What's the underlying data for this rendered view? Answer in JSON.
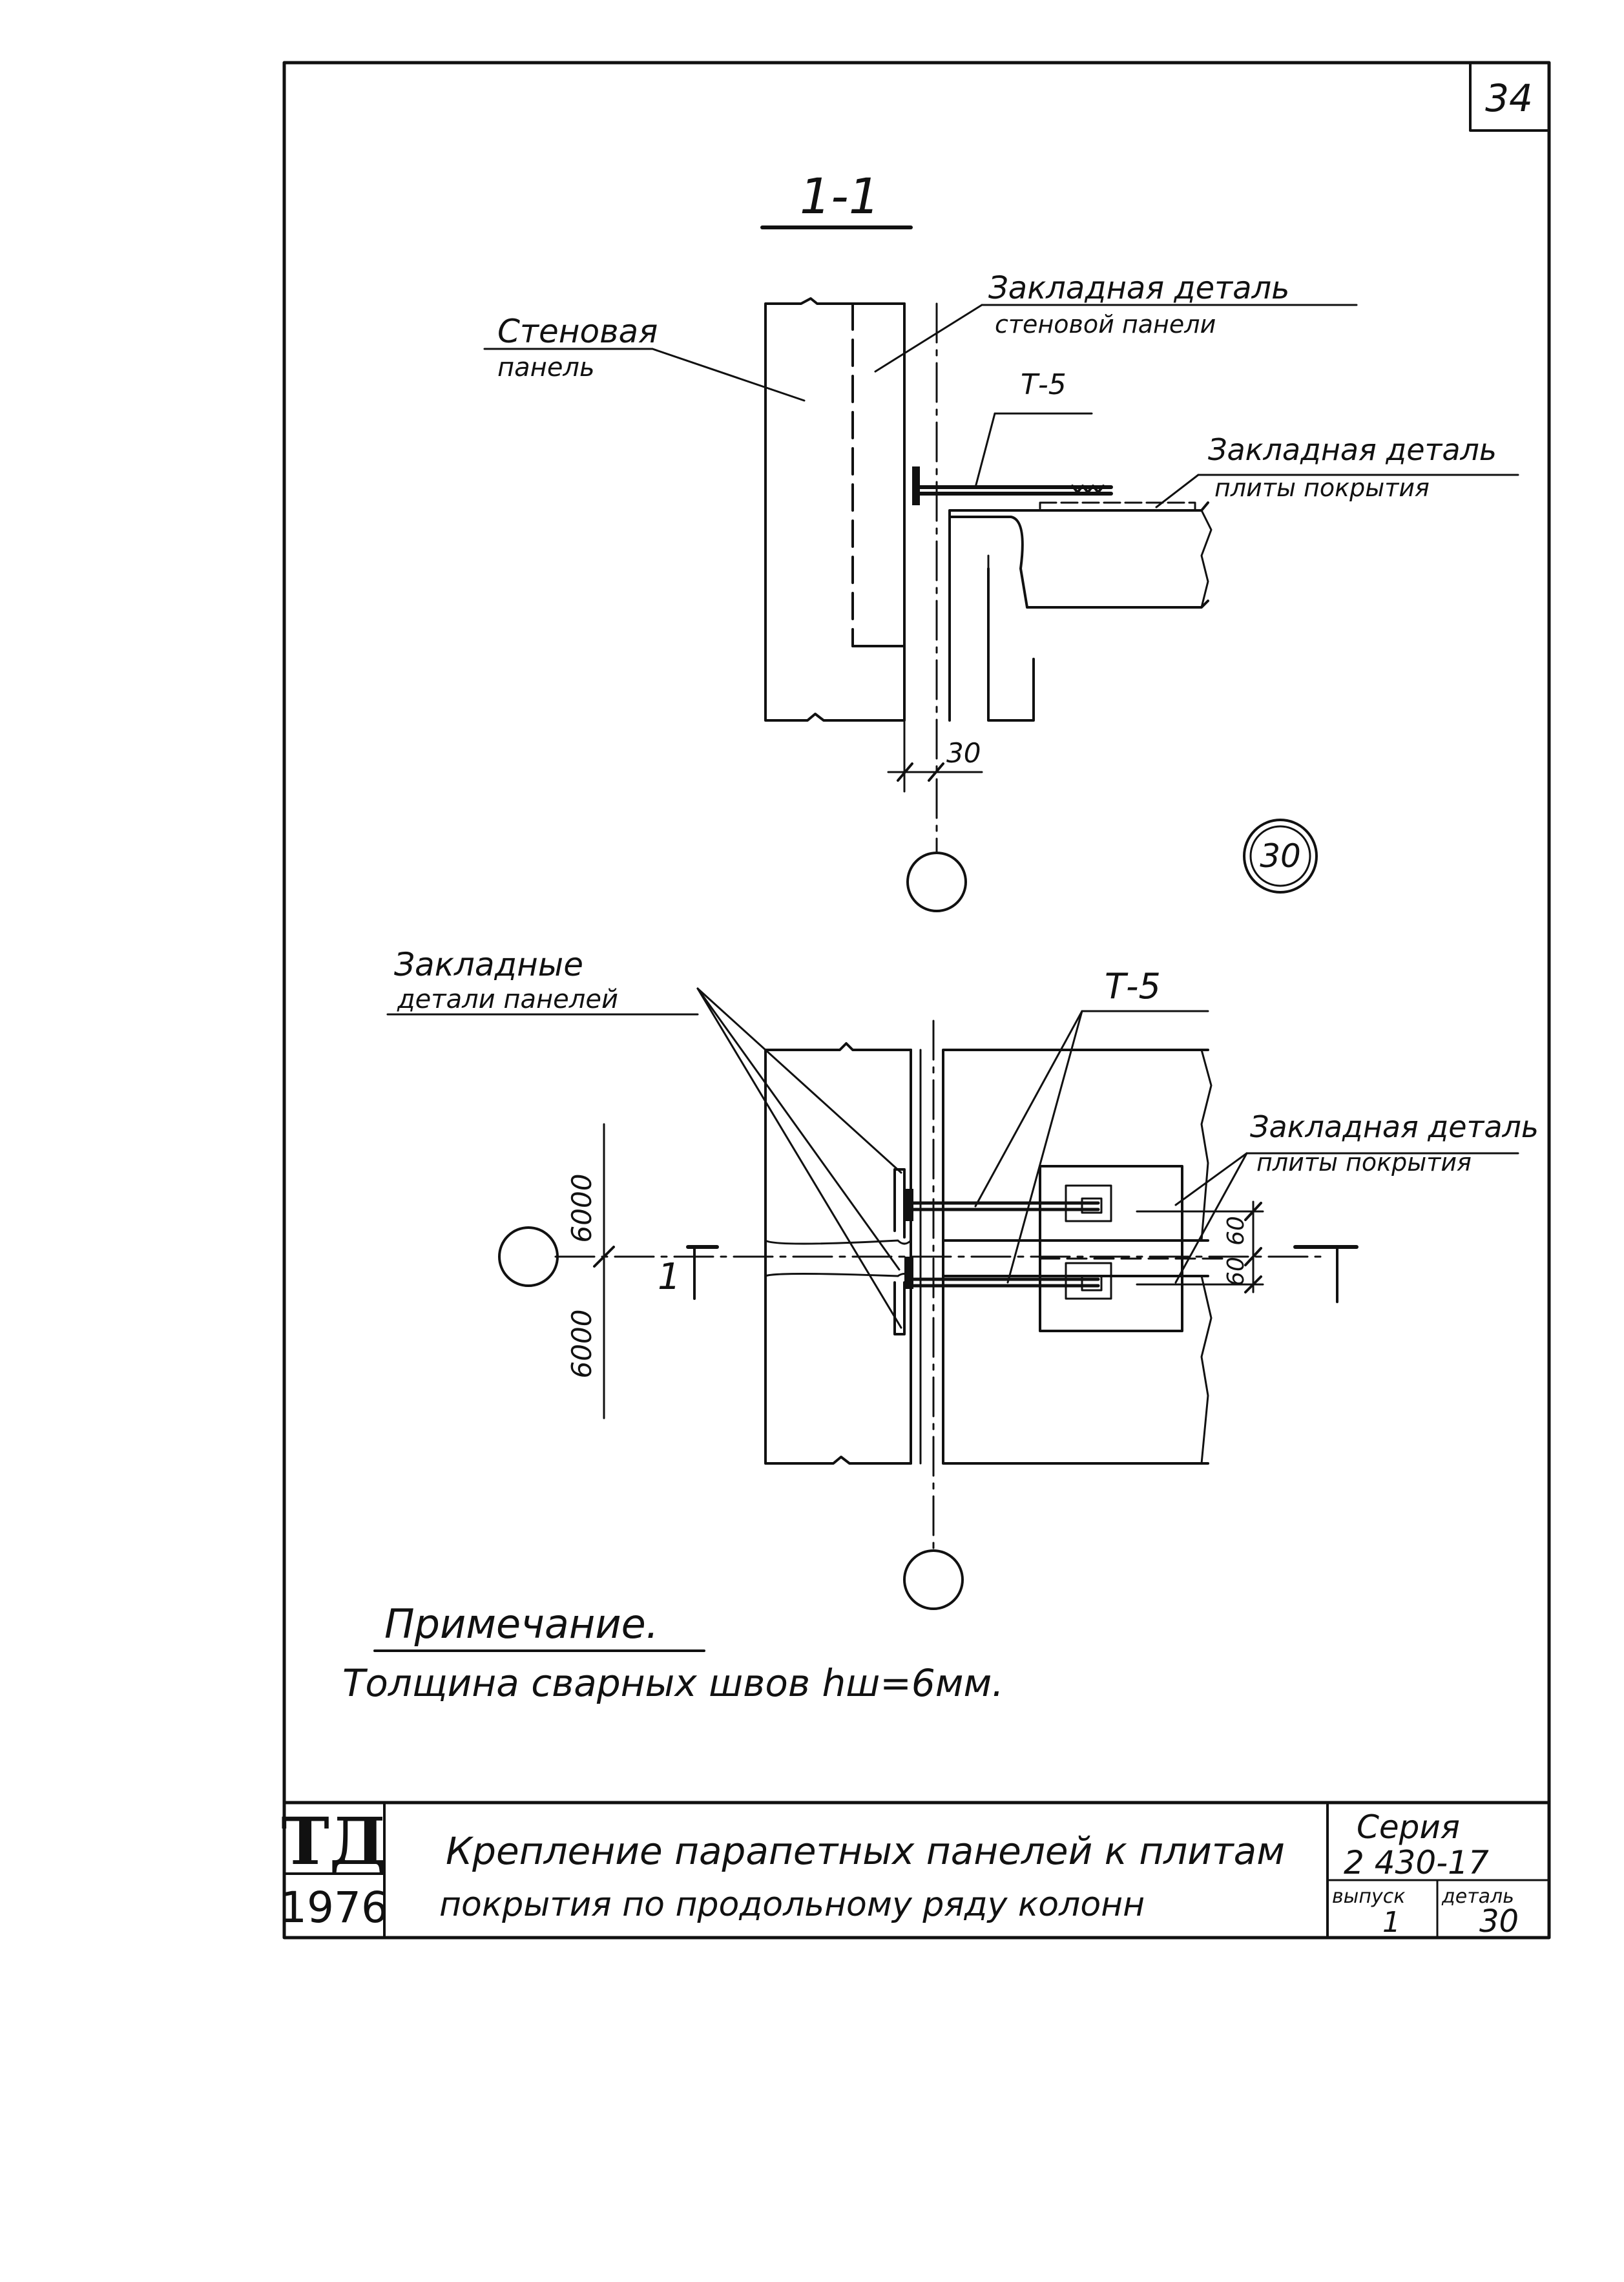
{
  "sheet": {
    "number": "34",
    "detail_mark": "30"
  },
  "section": {
    "title": "1-1",
    "label_wall_panel_1": "Стеновая",
    "label_wall_panel_2": "панель",
    "label_embed_wall_1": "Закладная деталь",
    "label_embed_wall_2": "стеновой панели",
    "label_t5": "Т-5",
    "label_embed_slab_1": "Закладная деталь",
    "label_embed_slab_2": "плиты покрытия",
    "dim_30": "30"
  },
  "plan": {
    "label_embeds_1": "Закладные",
    "label_embeds_2": "детали панелей",
    "label_t5": "Т-5",
    "label_embed_slab_1": "Закладная деталь",
    "label_embed_slab_2": "плиты покрытия",
    "dim_6000_top": "6000",
    "dim_6000_bottom": "6000",
    "dim_60_a": "60",
    "dim_60_b": "60",
    "cut_mark": "1"
  },
  "note": {
    "title": "Примечание.",
    "text": "Толщина сварных швов hш=6мм."
  },
  "title_block": {
    "logo": "ТД",
    "year": "1976",
    "title_line1": "Крепление парапетных панелей к плитам",
    "title_line2": "покрытия по продольному ряду колонн",
    "series_label": "Серия",
    "series_value": "2 430-17",
    "issue_label": "выпуск",
    "issue_value": "1",
    "detail_label": "деталь",
    "detail_value": "30"
  }
}
